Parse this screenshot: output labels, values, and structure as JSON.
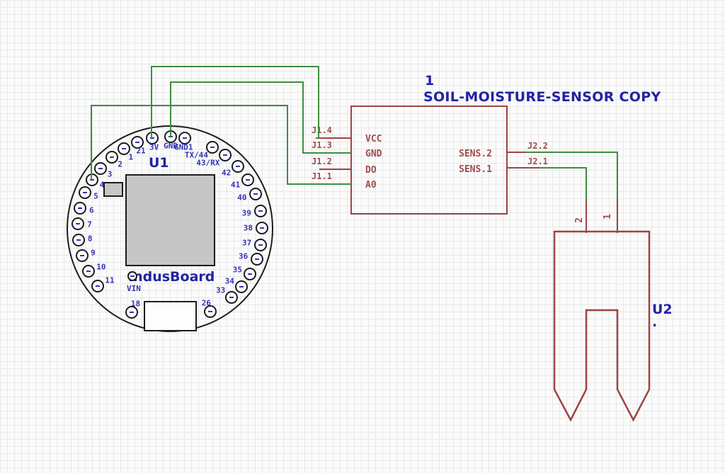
{
  "colors": {
    "green_wire": "#3f8e3f",
    "red_line": "#9a4545",
    "red_text": "#a04c4c",
    "blue_text": "#2323a2",
    "blue_pin_text": "#3434b6",
    "black_outline": "#1c1c1c",
    "chip_gray": "#c6c6c6",
    "grid_line": "#e8e8e8",
    "background": "#fbfbfb"
  },
  "title_block": {
    "ref": "1",
    "name": "SOIL-MOISTURE-SENSOR COPY"
  },
  "board": {
    "refdes": "U1",
    "name": "IndusBoard",
    "vin_label": "VIN",
    "pins": [
      {
        "label": "3V",
        "angle": -11
      },
      {
        "label": "GND",
        "angle": 0.5
      },
      {
        "label": "GND1",
        "angle": 9.5
      },
      {
        "label": "TX/44",
        "angle": 27.5
      },
      {
        "label": "43/RX",
        "angle": 37
      },
      {
        "label": "42",
        "angle": 47.5
      },
      {
        "label": "41",
        "angle": 58
      },
      {
        "label": "40",
        "angle": 68
      },
      {
        "label": "39",
        "angle": 79
      },
      {
        "label": "38",
        "angle": 89.5
      },
      {
        "label": "37",
        "angle": 100
      },
      {
        "label": "36",
        "angle": 109.5
      },
      {
        "label": "35",
        "angle": 119.5
      },
      {
        "label": "34",
        "angle": 129
      },
      {
        "label": "33",
        "angle": 138
      },
      {
        "label": "26",
        "angle": 154
      },
      {
        "label": "18",
        "angle": -155.5
      },
      {
        "label": "11",
        "angle": -128.5
      },
      {
        "label": "10",
        "angle": -117.5
      },
      {
        "label": "9",
        "angle": -107
      },
      {
        "label": "8",
        "angle": -97
      },
      {
        "label": "7",
        "angle": -87
      },
      {
        "label": "6",
        "angle": -77
      },
      {
        "label": "5",
        "angle": -67
      },
      {
        "label": "4",
        "angle": -58
      },
      {
        "label": "3",
        "angle": -49
      },
      {
        "label": "2",
        "angle": -39
      },
      {
        "label": "1",
        "angle": -30
      },
      {
        "label": "21",
        "angle": -20.5
      }
    ]
  },
  "sensor": {
    "left_pins": [
      {
        "net": "J1.4",
        "name": "VCC"
      },
      {
        "net": "J1.3",
        "name": "GND"
      },
      {
        "net": "J1.2",
        "name": "DO"
      },
      {
        "net": "J1.1",
        "name": "A0"
      }
    ],
    "right_pins": [
      {
        "net": "J2.2",
        "name": "SENS.2"
      },
      {
        "net": "J2.1",
        "name": "SENS.1"
      }
    ]
  },
  "probe": {
    "refdes": "U2",
    "annotation": ".",
    "pin_numbers": [
      "2",
      "1"
    ]
  }
}
